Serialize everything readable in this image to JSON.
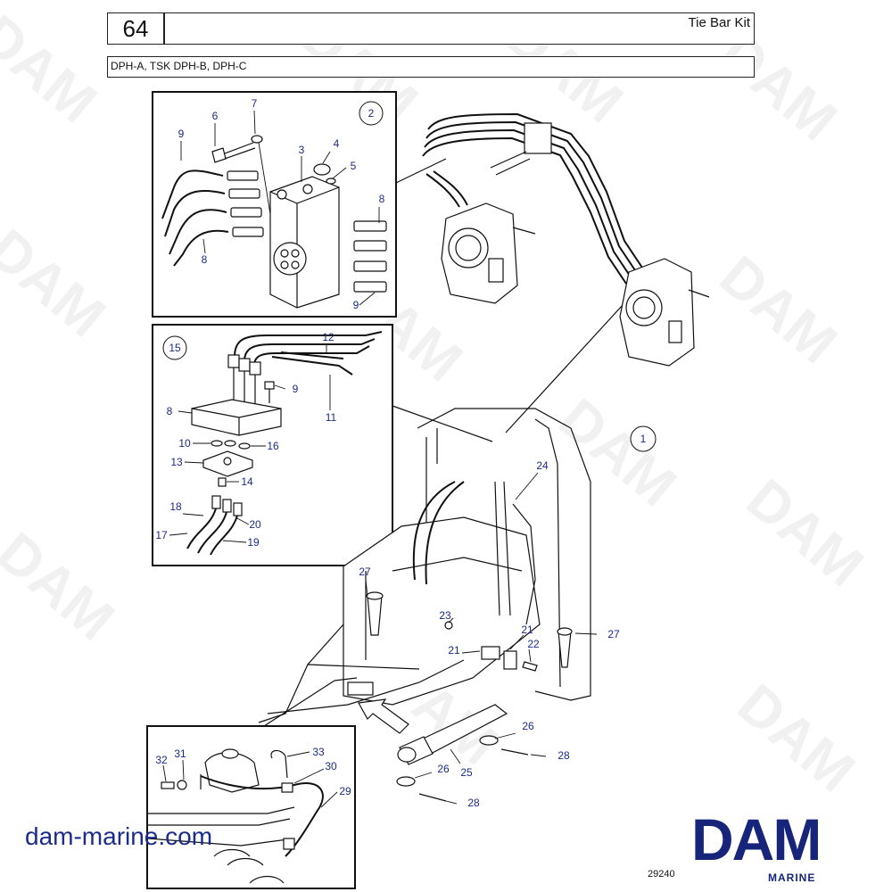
{
  "header": {
    "page_number": "64",
    "title": "Tie Bar Kit",
    "models": "DPH-A, TSK DPH-B, DPH-C"
  },
  "watermark_text": "DAM",
  "callouts": {
    "detail_2": "2",
    "detail_15": "15",
    "main_1": "1"
  },
  "labels": {
    "l9a": "9",
    "l6": "6",
    "l7": "7",
    "l3": "3",
    "l4": "4",
    "l5": "5",
    "l8a": "8",
    "l8b": "8",
    "l9b": "9",
    "l12": "12",
    "l9c": "9",
    "l8c": "8",
    "l11": "11",
    "l10": "10",
    "l16": "16",
    "l13": "13",
    "l14": "14",
    "l18": "18",
    "l20": "20",
    "l17": "17",
    "l19": "19",
    "l24": "24",
    "l27a": "27",
    "l27b": "27",
    "l23": "23",
    "l21a": "21",
    "l21b": "21",
    "l22": "22",
    "l26a": "26",
    "l28a": "28",
    "l25": "25",
    "l26b": "26",
    "l28b": "28",
    "l32": "32",
    "l31": "31",
    "l33": "33",
    "l30": "30",
    "l29": "29"
  },
  "footer": {
    "website": "dam-marine.com",
    "logo_text": "DAM",
    "logo_sub": "MARINE",
    "figure_id": "29240"
  },
  "colors": {
    "label_blue": "#1a2a8a",
    "brand_blue": "#16257a",
    "line": "#111111"
  }
}
